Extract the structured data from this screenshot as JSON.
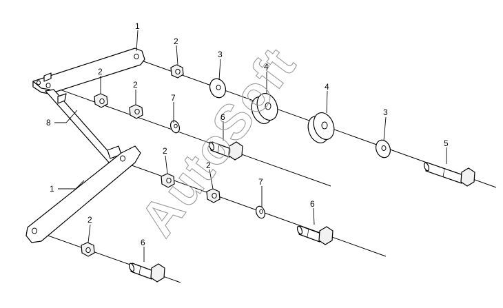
{
  "watermark": "AutoSoft",
  "callouts": {
    "c1_top": "1",
    "c1_bottom": "1",
    "c2_a": "2",
    "c2_b": "2",
    "c2_c": "2",
    "c2_d": "2",
    "c2_e": "2",
    "c2_f": "2",
    "c3_a": "3",
    "c3_b": "3",
    "c4_a": "4",
    "c4_b": "4",
    "c5": "5",
    "c6_a": "6",
    "c6_b": "6",
    "c6_c": "6",
    "c7_a": "7",
    "c7_b": "7",
    "c8": "8"
  }
}
